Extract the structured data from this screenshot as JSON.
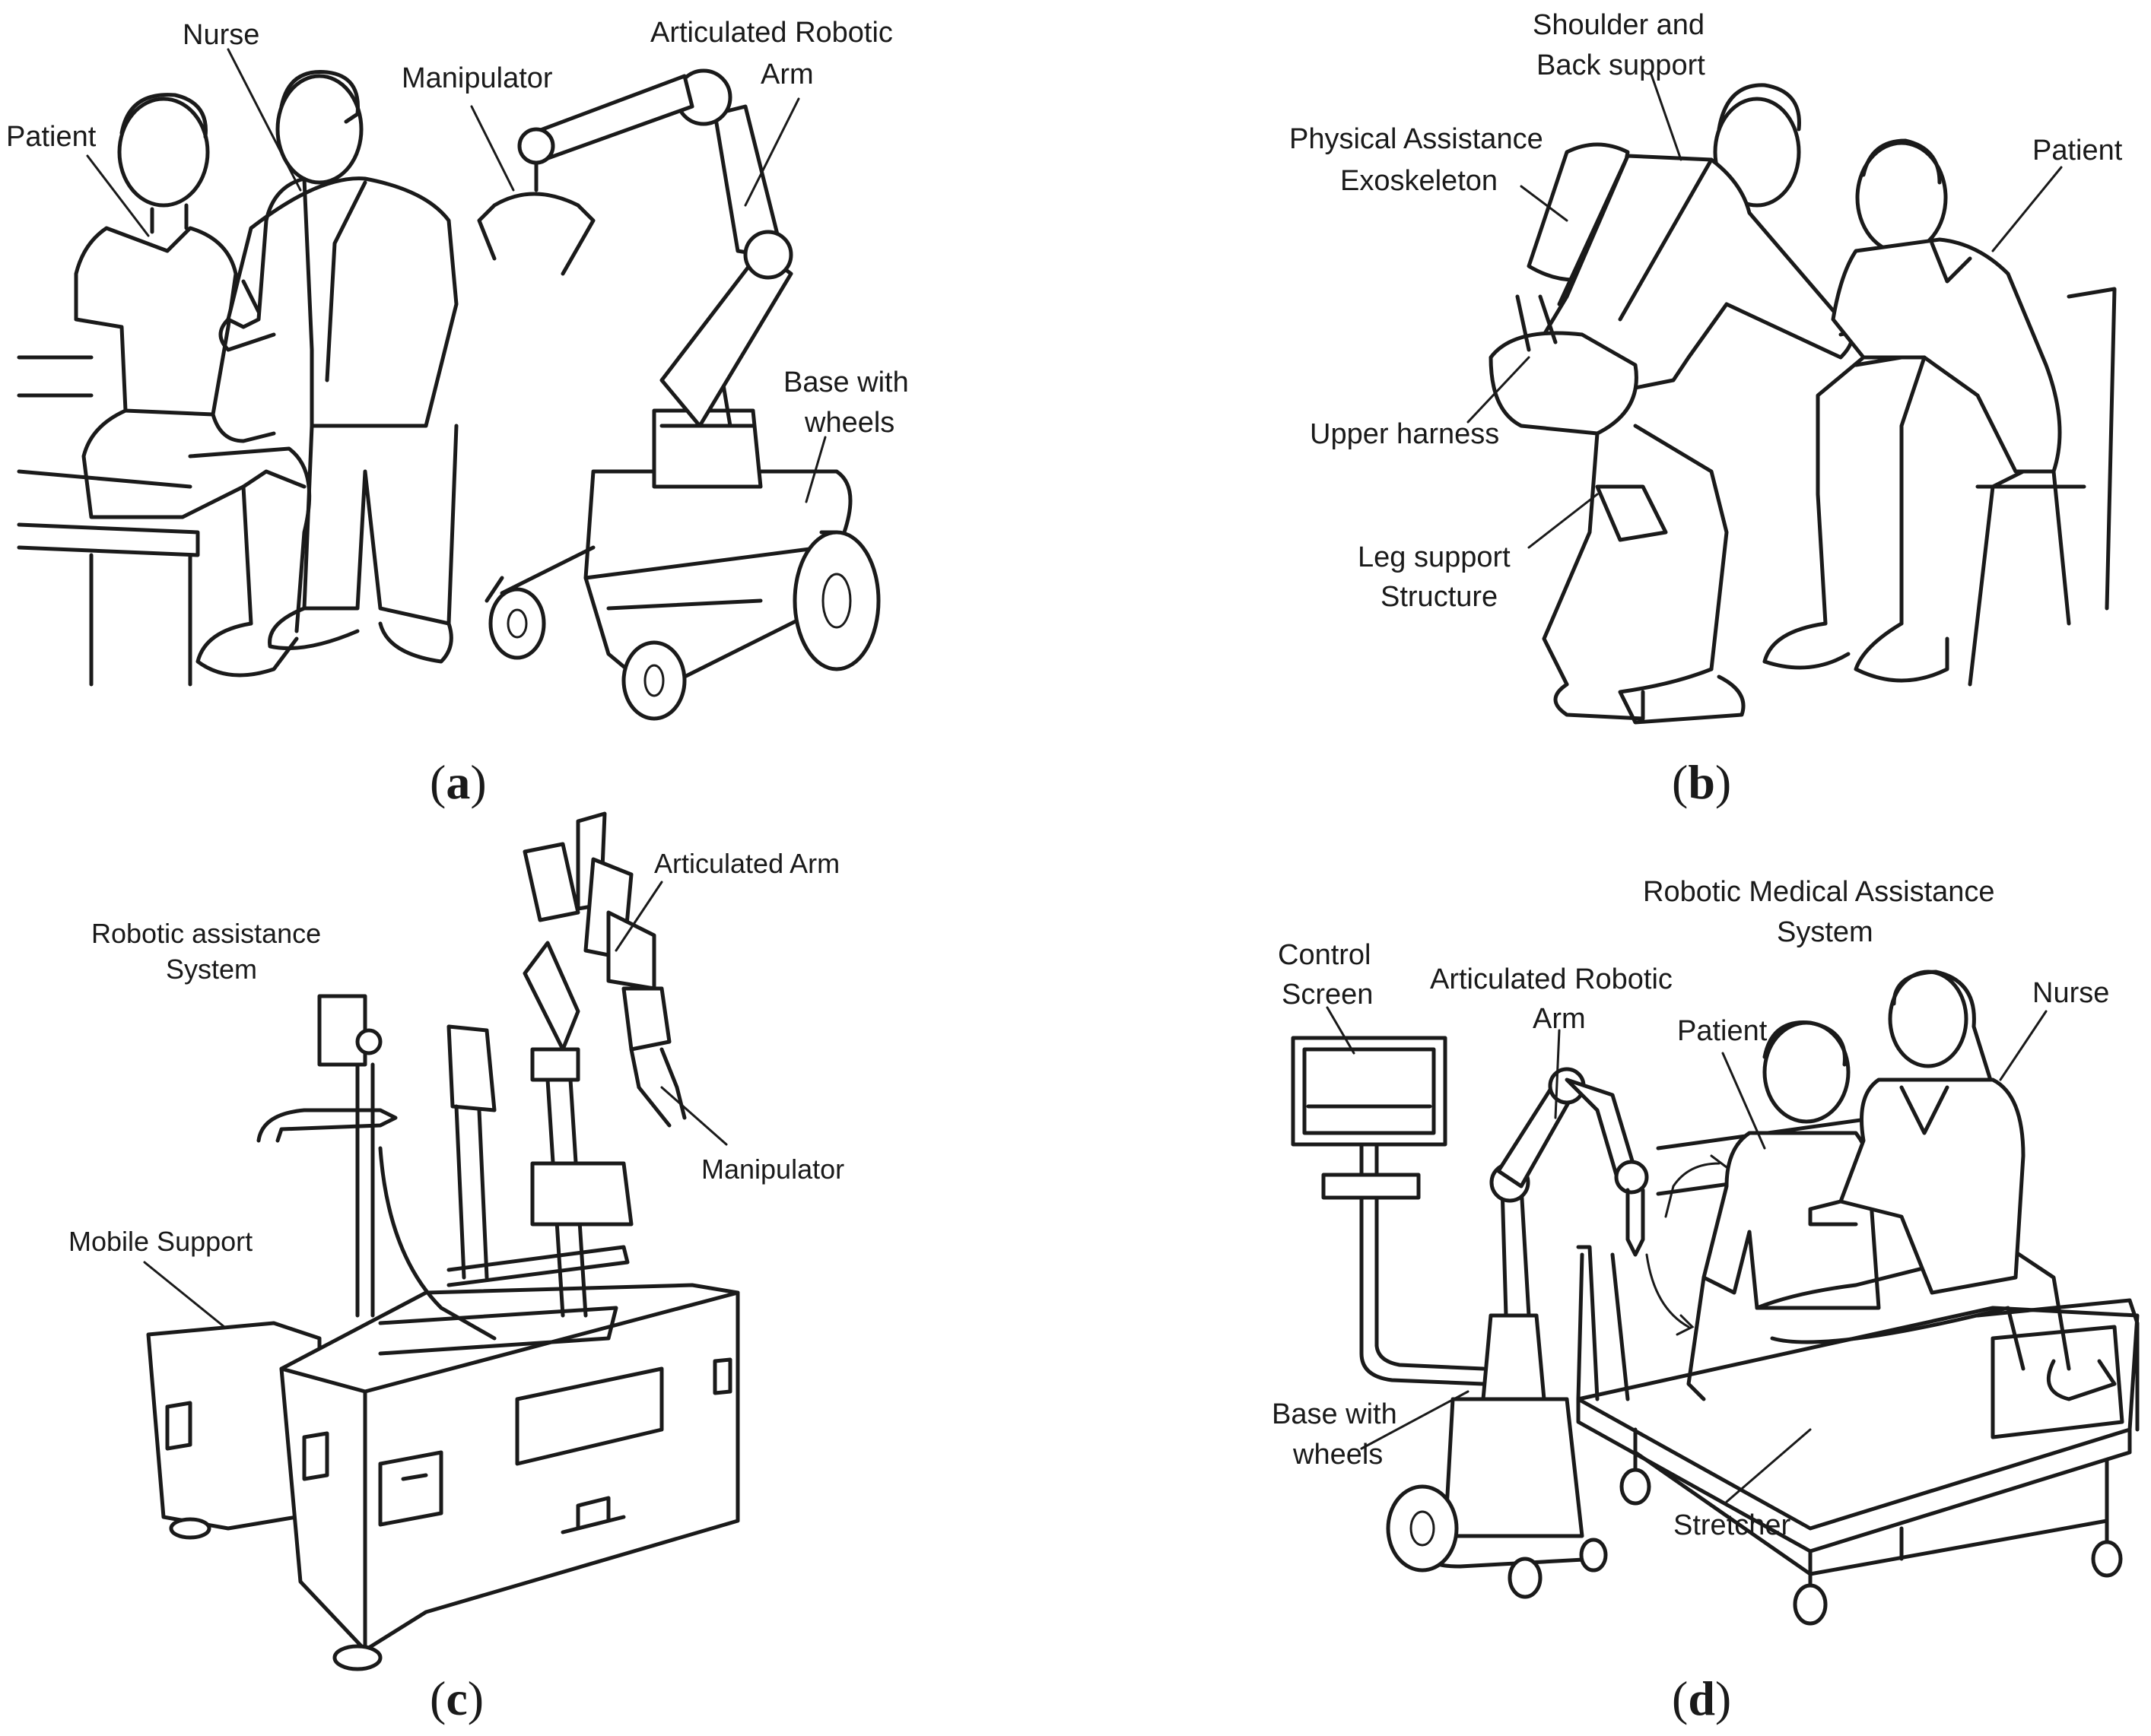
{
  "panels": {
    "a": {
      "caption": {
        "open": "(",
        "letter": "a",
        "close": ")"
      },
      "labels": {
        "patient": "Patient",
        "nurse": "Nurse",
        "manipulator": "Manipulator",
        "arm_line1": "Articulated Robotic",
        "arm_line2": "Arm",
        "base_line1": "Base with",
        "base_line2": "wheels"
      }
    },
    "b": {
      "caption": {
        "open": "(",
        "letter": "b",
        "close": ")"
      },
      "labels": {
        "shoulder_line1": "Shoulder and",
        "shoulder_line2": "Back support",
        "exo_line1": "Physical Assistance",
        "exo_line2": "Exoskeleton",
        "patient": "Patient",
        "harness": "Upper harness",
        "leg_line1": "Leg support",
        "leg_line2": "Structure"
      }
    },
    "c": {
      "caption": {
        "open": "(",
        "letter": "c",
        "close": ")"
      },
      "labels": {
        "system_line1": "Robotic assistance",
        "system_line2": "System",
        "arm": "Articulated Arm",
        "manipulator": "Manipulator",
        "mobile": "Mobile Support"
      }
    },
    "d": {
      "caption": {
        "open": "(",
        "letter": "d",
        "close": ")"
      },
      "labels": {
        "system_line1": "Robotic Medical Assistance",
        "system_line2": "System",
        "screen_line1": "Control",
        "screen_line2": "Screen",
        "arm_line1": "Articulated Robotic",
        "arm_line2": "Arm",
        "patient": "Patient",
        "nurse": "Nurse",
        "base_line1": "Base with",
        "base_line2": "wheels",
        "stretcher": "Stretcher"
      }
    }
  }
}
